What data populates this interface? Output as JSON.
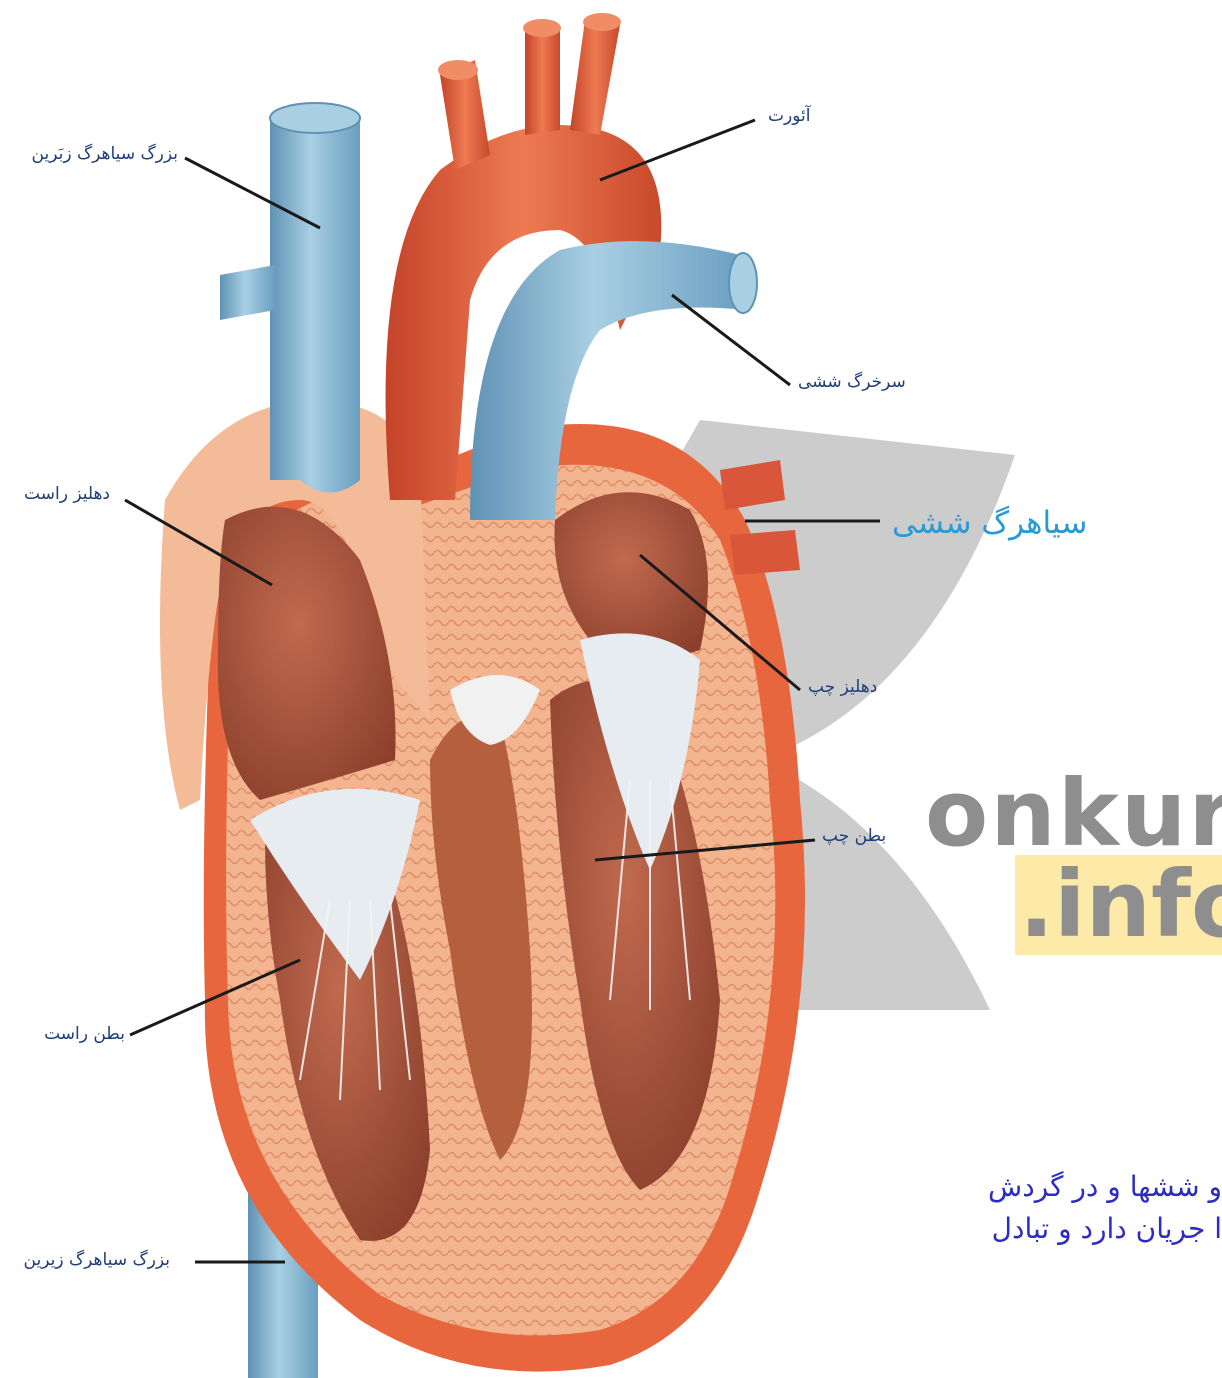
{
  "labels": {
    "svc_top": "بزرگ سیاهرگ زبَرین",
    "aorta": "آئورت",
    "pulmonary_artery": "سرخرگ ششی",
    "right_atrium": "دهلیز راست",
    "pulmonary_vein": "سیاهرگ ششی",
    "left_atrium": "دهلیز چپ",
    "left_ventricle": "بطن چپ",
    "right_ventricle": "بطن راست",
    "ivc_bottom": "بزرگ سیاهرگ زیرین"
  },
  "watermark": {
    "onkur": "onkur",
    "info": ".info"
  },
  "caption": {
    "line1": "و ششها و در گردش",
    "line2": "ا جریان دارد و تبادل"
  },
  "colors": {
    "artery": "#de5a36",
    "vein": "#7fb0cc",
    "muscle": "#f2b48a",
    "chamber": "#a9553e",
    "label_text": "#1f3d7a",
    "pulmonary_vein_label": "#2a9ad6",
    "caption_text": "#2c2cc4",
    "watermark": "#9a9a9a",
    "watermark_highlight": "#fde9a8"
  }
}
